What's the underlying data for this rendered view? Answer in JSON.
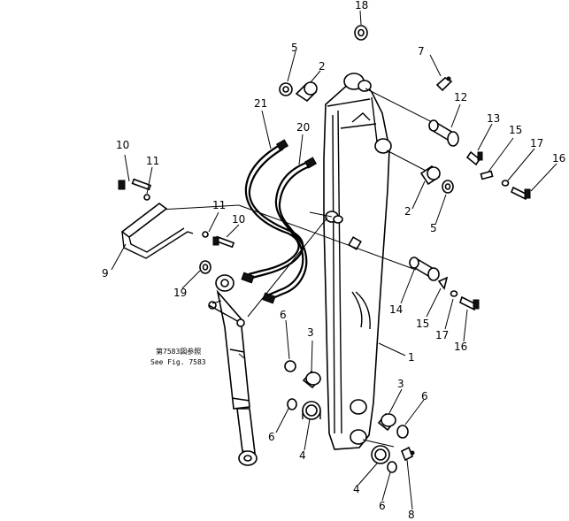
{
  "callouts": [
    {
      "id": "c18",
      "text": "18"
    },
    {
      "id": "c7",
      "text": "7"
    },
    {
      "id": "c5a",
      "text": "5"
    },
    {
      "id": "c2a",
      "text": "2"
    },
    {
      "id": "c12",
      "text": "12"
    },
    {
      "id": "c13",
      "text": "13"
    },
    {
      "id": "c15a",
      "text": "15"
    },
    {
      "id": "c17a",
      "text": "17"
    },
    {
      "id": "c16a",
      "text": "16"
    },
    {
      "id": "c21",
      "text": "21"
    },
    {
      "id": "c20",
      "text": "20"
    },
    {
      "id": "c10a",
      "text": "10"
    },
    {
      "id": "c11a",
      "text": "11"
    },
    {
      "id": "c11b",
      "text": "11"
    },
    {
      "id": "c10b",
      "text": "10"
    },
    {
      "id": "c9",
      "text": "9"
    },
    {
      "id": "c19",
      "text": "19"
    },
    {
      "id": "c2b",
      "text": "2"
    },
    {
      "id": "c5b",
      "text": "5"
    },
    {
      "id": "c14",
      "text": "14"
    },
    {
      "id": "c15b",
      "text": "15"
    },
    {
      "id": "c17b",
      "text": "17"
    },
    {
      "id": "c16b",
      "text": "16"
    },
    {
      "id": "c1",
      "text": "1"
    },
    {
      "id": "c6a",
      "text": "6"
    },
    {
      "id": "c3a",
      "text": "3"
    },
    {
      "id": "c3b",
      "text": "3"
    },
    {
      "id": "c6b",
      "text": "6"
    },
    {
      "id": "c6c",
      "text": "6"
    },
    {
      "id": "c4a",
      "text": "4"
    },
    {
      "id": "c4b",
      "text": "4"
    },
    {
      "id": "c6d",
      "text": "6"
    },
    {
      "id": "c8",
      "text": "8"
    }
  ],
  "reference_note": {
    "line1": "第7583図参照",
    "line2": "See Fig. 7583"
  }
}
